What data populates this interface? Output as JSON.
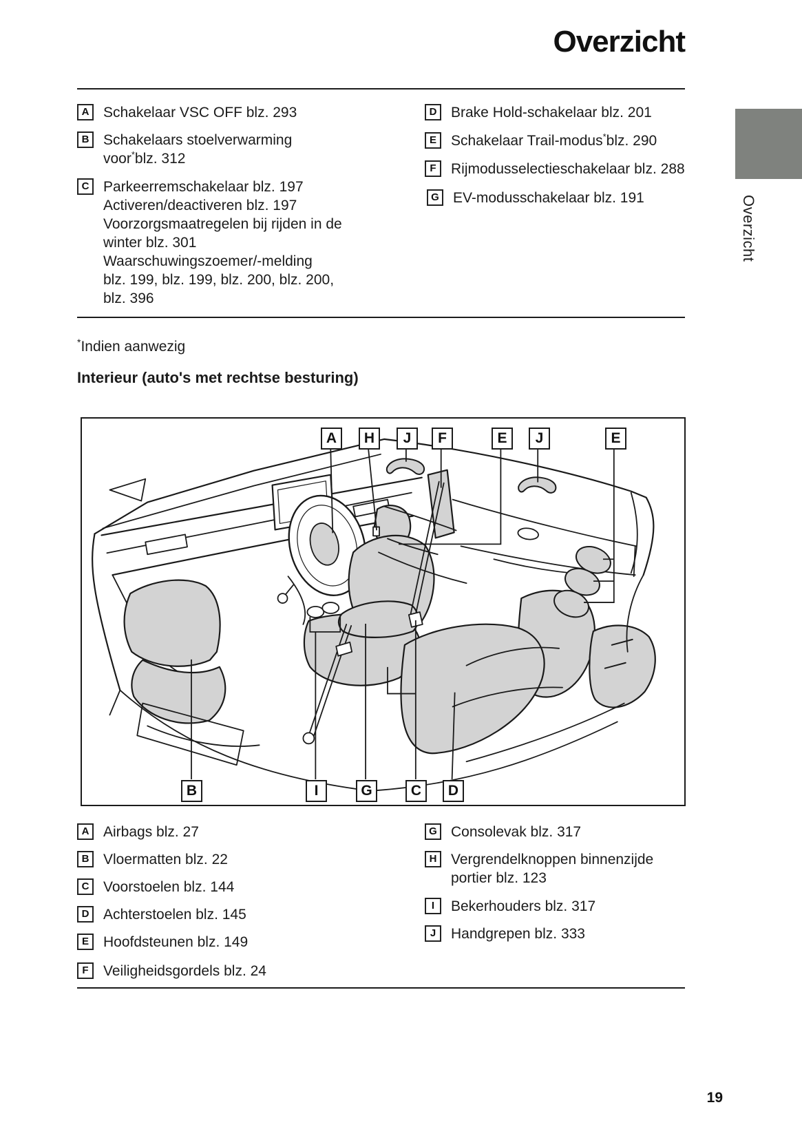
{
  "page": {
    "title": "Overzicht",
    "page_number": "19",
    "side_tab_label": "Overzicht"
  },
  "footnote": {
    "sup": "*",
    "text": "Indien aanwezig"
  },
  "section_heading": "Interieur (auto's met rechtse besturing)",
  "legend_top": {
    "left": [
      {
        "letter": "A",
        "text": "Schakelaar VSC OFF blz. 293"
      },
      {
        "letter": "B",
        "line1": "Schakelaars stoelverwarming",
        "line2_before_sup": "voor",
        "sup": "*",
        "line2_after_sup": "blz. 312"
      },
      {
        "letter": "C",
        "lines": [
          "Parkeerremschakelaar blz. 197",
          "Activeren/deactiveren blz. 197",
          "Voorzorgsmaatregelen bij rijden in de",
          "winter blz. 301",
          "Waarschuwingszoemer/-melding",
          "blz. 199, blz. 199, blz. 200, blz. 200,",
          "blz. 396"
        ]
      }
    ],
    "right": [
      {
        "letter": "D",
        "text": "Brake Hold-schakelaar blz. 201"
      },
      {
        "letter": "E",
        "before_sup": "Schakelaar Trail-modus",
        "sup": "*",
        "after_sup": "blz. 290"
      },
      {
        "letter": "F",
        "text": "Rijmodusselectieschakelaar blz. 288"
      },
      {
        "letter": "G",
        "text": "EV-modusschakelaar blz. 191"
      }
    ]
  },
  "diagram": {
    "top_labels": [
      "A",
      "H",
      "J",
      "F",
      "E",
      "J",
      "E"
    ],
    "bottom_labels": [
      "B",
      "I",
      "G",
      "C",
      "D"
    ]
  },
  "legend_bottom": {
    "left": [
      {
        "letter": "A",
        "text": "Airbags blz. 27"
      },
      {
        "letter": "B",
        "text": "Vloermatten blz. 22"
      },
      {
        "letter": "C",
        "text": "Voorstoelen blz. 144"
      },
      {
        "letter": "D",
        "text": "Achterstoelen blz. 145"
      },
      {
        "letter": "E",
        "text": "Hoofdsteunen blz. 149"
      },
      {
        "letter": "F",
        "text": "Veiligheidsgordels blz. 24"
      }
    ],
    "right": [
      {
        "letter": "G",
        "text": "Consolevak blz. 317"
      },
      {
        "letter": "H",
        "line1": "Vergrendelknoppen binnenzijde",
        "line2": "portier blz. 123"
      },
      {
        "letter": "I",
        "text": "Bekerhouders blz. 317"
      },
      {
        "letter": "J",
        "text": "Handgrepen blz. 333"
      }
    ]
  },
  "colors": {
    "text": "#1b1b1b",
    "line_art": "#1a1a1a",
    "seat_fill": "#d3d3d3",
    "tab_gray": "#7f827e"
  }
}
